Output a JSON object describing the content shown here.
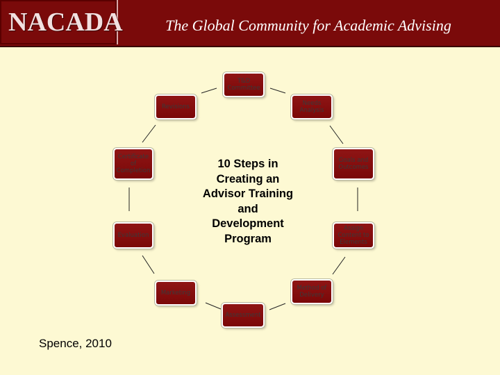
{
  "header": {
    "logo": "NACADA",
    "tagline": "The Global Community for Academic Advising"
  },
  "diagram": {
    "title": "10 Steps in Creating an Advisor Training and Development Program",
    "steps": [
      {
        "label": "T&D\nCommittee"
      },
      {
        "label": "Needs\nAnalysis"
      },
      {
        "label": "Goals and\nOutcomes"
      },
      {
        "label": "Assign\nContent to\nElements"
      },
      {
        "label": "Method of\nDelivery"
      },
      {
        "label": "Assessment"
      },
      {
        "label": "Marketing"
      },
      {
        "label": "Evaluation"
      },
      {
        "label": "Certificate\nof\nCompletion"
      },
      {
        "label": "Revisions"
      }
    ]
  },
  "citation": "Spence, 2010",
  "colors": {
    "header_bg": "#7a0a0a",
    "step_fill": "#8a1111",
    "page_bg": "#fdf9d3"
  }
}
